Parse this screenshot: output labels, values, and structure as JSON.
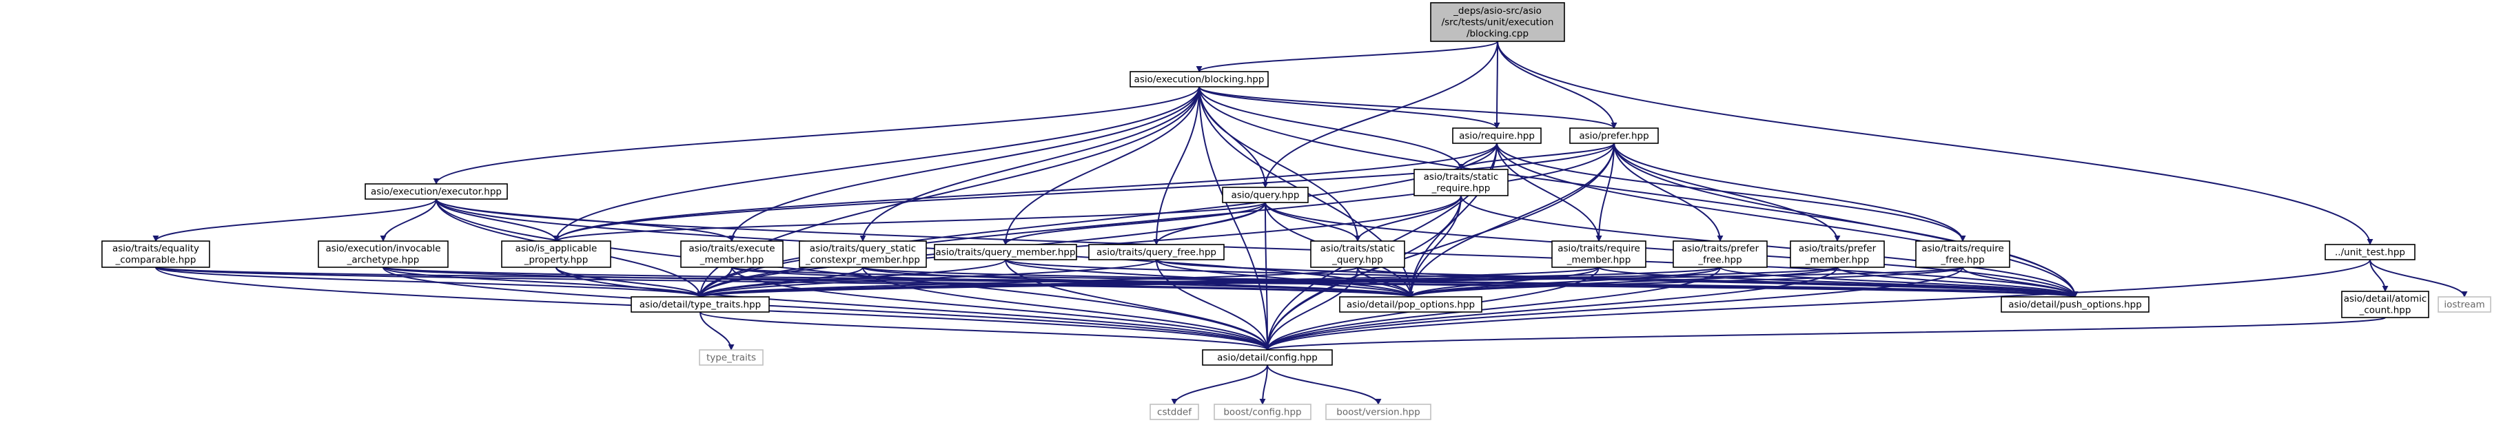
{
  "colors": {
    "edge": "#191970",
    "root_fill": "#bfbfbf",
    "node_fill": "#ffffff",
    "node_border": "#000000",
    "external_border": "#bfbfbf",
    "external_text": "#666666"
  },
  "nodes": [
    {
      "id": "root",
      "kind": "root",
      "lines": [
        "_deps/asio-src/asio",
        "/src/tests/unit/execution",
        "/blocking.cpp"
      ]
    },
    {
      "id": "blocking",
      "kind": "normal",
      "lines": [
        "asio/execution/blocking.hpp"
      ]
    },
    {
      "id": "require",
      "kind": "normal",
      "lines": [
        "asio/require.hpp"
      ]
    },
    {
      "id": "prefer",
      "kind": "normal",
      "lines": [
        "asio/prefer.hpp"
      ]
    },
    {
      "id": "executor",
      "kind": "normal",
      "lines": [
        "asio/execution/executor.hpp"
      ]
    },
    {
      "id": "static_require",
      "kind": "normal",
      "lines": [
        "asio/traits/static",
        "_require.hpp"
      ]
    },
    {
      "id": "query",
      "kind": "normal",
      "lines": [
        "asio/query.hpp"
      ]
    },
    {
      "id": "equality",
      "kind": "normal",
      "lines": [
        "asio/traits/equality",
        "_comparable.hpp"
      ]
    },
    {
      "id": "invocable",
      "kind": "normal",
      "lines": [
        "asio/execution/invocable",
        "_archetype.hpp"
      ]
    },
    {
      "id": "is_applicable",
      "kind": "normal",
      "lines": [
        "asio/is_applicable",
        "_property.hpp"
      ]
    },
    {
      "id": "execute_member",
      "kind": "normal",
      "lines": [
        "asio/traits/execute",
        "_member.hpp"
      ]
    },
    {
      "id": "query_static",
      "kind": "normal",
      "lines": [
        "asio/traits/query_static",
        "_constexpr_member.hpp"
      ]
    },
    {
      "id": "query_member",
      "kind": "normal",
      "lines": [
        "asio/traits/query_member.hpp"
      ]
    },
    {
      "id": "query_free",
      "kind": "normal",
      "lines": [
        "asio/traits/query_free.hpp"
      ]
    },
    {
      "id": "static_query",
      "kind": "normal",
      "lines": [
        "asio/traits/static",
        "_query.hpp"
      ]
    },
    {
      "id": "require_member",
      "kind": "normal",
      "lines": [
        "asio/traits/require",
        "_member.hpp"
      ]
    },
    {
      "id": "prefer_free",
      "kind": "normal",
      "lines": [
        "asio/traits/prefer",
        "_free.hpp"
      ]
    },
    {
      "id": "prefer_member",
      "kind": "normal",
      "lines": [
        "asio/traits/prefer",
        "_member.hpp"
      ]
    },
    {
      "id": "require_free",
      "kind": "normal",
      "lines": [
        "asio/traits/require",
        "_free.hpp"
      ]
    },
    {
      "id": "unit_test",
      "kind": "normal",
      "lines": [
        "../unit_test.hpp"
      ]
    },
    {
      "id": "type_traits",
      "kind": "normal",
      "lines": [
        "asio/detail/type_traits.hpp"
      ]
    },
    {
      "id": "pop_options",
      "kind": "normal",
      "lines": [
        "asio/detail/pop_options.hpp"
      ]
    },
    {
      "id": "push_options",
      "kind": "normal",
      "lines": [
        "asio/detail/push_options.hpp"
      ]
    },
    {
      "id": "atomic_count",
      "kind": "normal",
      "lines": [
        "asio/detail/atomic",
        "_count.hpp"
      ]
    },
    {
      "id": "iostream",
      "kind": "ext",
      "lines": [
        "iostream"
      ]
    },
    {
      "id": "std_type_traits",
      "kind": "ext",
      "lines": [
        "type_traits"
      ]
    },
    {
      "id": "config",
      "kind": "normal",
      "lines": [
        "asio/detail/config.hpp"
      ]
    },
    {
      "id": "cstddef",
      "kind": "ext",
      "lines": [
        "cstddef"
      ]
    },
    {
      "id": "boost_config",
      "kind": "ext",
      "lines": [
        "boost/config.hpp"
      ]
    },
    {
      "id": "boost_version",
      "kind": "ext",
      "lines": [
        "boost/version.hpp"
      ]
    }
  ],
  "edges": [
    [
      "root",
      "blocking"
    ],
    [
      "root",
      "require"
    ],
    [
      "root",
      "prefer"
    ],
    [
      "root",
      "query"
    ],
    [
      "root",
      "unit_test"
    ],
    [
      "blocking",
      "executor"
    ],
    [
      "blocking",
      "is_applicable"
    ],
    [
      "blocking",
      "execute_member"
    ],
    [
      "blocking",
      "query_static"
    ],
    [
      "blocking",
      "query_member"
    ],
    [
      "blocking",
      "query_free"
    ],
    [
      "blocking",
      "query"
    ],
    [
      "blocking",
      "static_query"
    ],
    [
      "blocking",
      "static_require"
    ],
    [
      "blocking",
      "require"
    ],
    [
      "blocking",
      "prefer"
    ],
    [
      "blocking",
      "type_traits"
    ],
    [
      "blocking",
      "config"
    ],
    [
      "blocking",
      "pop_options"
    ],
    [
      "blocking",
      "push_options"
    ],
    [
      "require",
      "static_require"
    ],
    [
      "require",
      "require_member"
    ],
    [
      "require",
      "require_free"
    ],
    [
      "require",
      "is_applicable"
    ],
    [
      "require",
      "type_traits"
    ],
    [
      "require",
      "config"
    ],
    [
      "require",
      "pop_options"
    ],
    [
      "require",
      "push_options"
    ],
    [
      "prefer",
      "static_require"
    ],
    [
      "prefer",
      "require_member"
    ],
    [
      "prefer",
      "require_free"
    ],
    [
      "prefer",
      "prefer_free"
    ],
    [
      "prefer",
      "prefer_member"
    ],
    [
      "prefer",
      "is_applicable"
    ],
    [
      "prefer",
      "type_traits"
    ],
    [
      "prefer",
      "config"
    ],
    [
      "prefer",
      "pop_options"
    ],
    [
      "prefer",
      "push_options"
    ],
    [
      "executor",
      "equality"
    ],
    [
      "executor",
      "invocable"
    ],
    [
      "executor",
      "execute_member"
    ],
    [
      "executor",
      "is_applicable"
    ],
    [
      "executor",
      "type_traits"
    ],
    [
      "executor",
      "config"
    ],
    [
      "executor",
      "pop_options"
    ],
    [
      "executor",
      "push_options"
    ],
    [
      "static_require",
      "static_query"
    ],
    [
      "static_require",
      "type_traits"
    ],
    [
      "static_require",
      "config"
    ],
    [
      "static_require",
      "pop_options"
    ],
    [
      "static_require",
      "push_options"
    ],
    [
      "query",
      "is_applicable"
    ],
    [
      "query",
      "query_member"
    ],
    [
      "query",
      "query_free"
    ],
    [
      "query",
      "static_query"
    ],
    [
      "query",
      "type_traits"
    ],
    [
      "query",
      "config"
    ],
    [
      "query",
      "pop_options"
    ],
    [
      "query",
      "push_options"
    ],
    [
      "equality",
      "type_traits"
    ],
    [
      "equality",
      "config"
    ],
    [
      "equality",
      "pop_options"
    ],
    [
      "equality",
      "push_options"
    ],
    [
      "invocable",
      "type_traits"
    ],
    [
      "invocable",
      "config"
    ],
    [
      "invocable",
      "pop_options"
    ],
    [
      "invocable",
      "push_options"
    ],
    [
      "is_applicable",
      "type_traits"
    ],
    [
      "is_applicable",
      "config"
    ],
    [
      "execute_member",
      "type_traits"
    ],
    [
      "execute_member",
      "config"
    ],
    [
      "execute_member",
      "pop_options"
    ],
    [
      "execute_member",
      "push_options"
    ],
    [
      "query_static",
      "type_traits"
    ],
    [
      "query_static",
      "config"
    ],
    [
      "query_static",
      "pop_options"
    ],
    [
      "query_static",
      "push_options"
    ],
    [
      "query_member",
      "type_traits"
    ],
    [
      "query_member",
      "config"
    ],
    [
      "query_member",
      "pop_options"
    ],
    [
      "query_member",
      "push_options"
    ],
    [
      "query_free",
      "type_traits"
    ],
    [
      "query_free",
      "config"
    ],
    [
      "query_free",
      "pop_options"
    ],
    [
      "query_free",
      "push_options"
    ],
    [
      "static_query",
      "type_traits"
    ],
    [
      "static_query",
      "config"
    ],
    [
      "static_query",
      "pop_options"
    ],
    [
      "static_query",
      "push_options"
    ],
    [
      "require_member",
      "type_traits"
    ],
    [
      "require_member",
      "config"
    ],
    [
      "require_member",
      "pop_options"
    ],
    [
      "require_member",
      "push_options"
    ],
    [
      "prefer_free",
      "type_traits"
    ],
    [
      "prefer_free",
      "config"
    ],
    [
      "prefer_free",
      "pop_options"
    ],
    [
      "prefer_free",
      "push_options"
    ],
    [
      "prefer_member",
      "type_traits"
    ],
    [
      "prefer_member",
      "config"
    ],
    [
      "prefer_member",
      "pop_options"
    ],
    [
      "prefer_member",
      "push_options"
    ],
    [
      "require_free",
      "type_traits"
    ],
    [
      "require_free",
      "config"
    ],
    [
      "require_free",
      "pop_options"
    ],
    [
      "require_free",
      "push_options"
    ],
    [
      "unit_test",
      "atomic_count"
    ],
    [
      "unit_test",
      "iostream"
    ],
    [
      "unit_test",
      "config"
    ],
    [
      "atomic_count",
      "config"
    ],
    [
      "type_traits",
      "std_type_traits"
    ],
    [
      "type_traits",
      "config"
    ],
    [
      "config",
      "cstddef"
    ],
    [
      "config",
      "boost_config"
    ],
    [
      "config",
      "boost_version"
    ]
  ]
}
